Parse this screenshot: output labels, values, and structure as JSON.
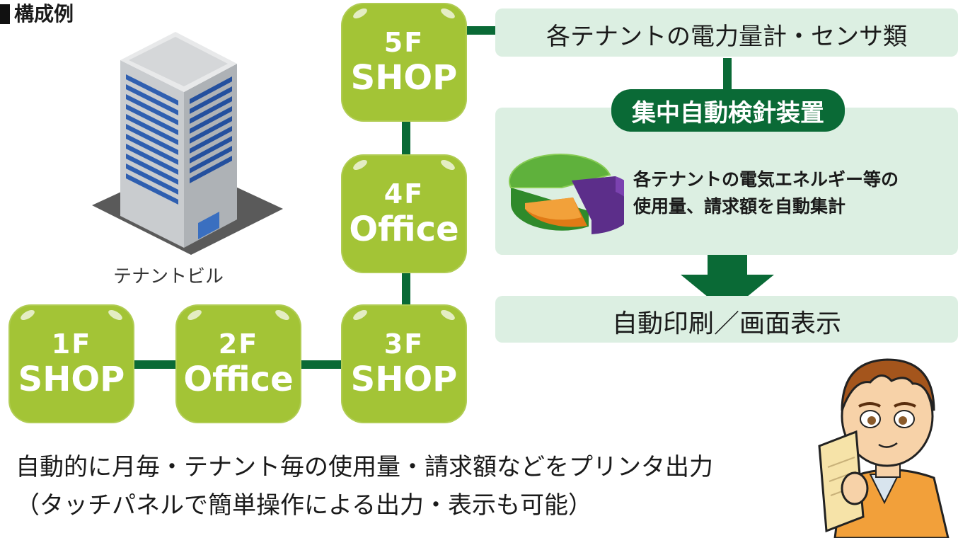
{
  "heading": "構成例",
  "building_label": "テナントビル",
  "floors": [
    {
      "level": "5F",
      "type": "SHOP"
    },
    {
      "level": "4F",
      "type": "Office"
    },
    {
      "level": "3F",
      "type": "SHOP"
    },
    {
      "level": "2F",
      "type": "Office"
    },
    {
      "level": "1F",
      "type": "SHOP"
    }
  ],
  "flow": {
    "meters": "各テナントの電力量計・センサ類",
    "system": "集中自動検針装置",
    "summary_lines": [
      "各テナントの電気エネルギー等の",
      "使用量、請求額を自動集計"
    ],
    "output": "自動印刷／画面表示"
  },
  "caption_lines": [
    "自動的に月毎・テナント毎の使用量・請求額などをプリンタ出力",
    "（タッチパネルで簡単操作による出力・表示も可能）"
  ],
  "colors": {
    "floor_green": "#a3c436",
    "connector_green": "#0a6a36",
    "panel_mint": "#dcefe2"
  }
}
